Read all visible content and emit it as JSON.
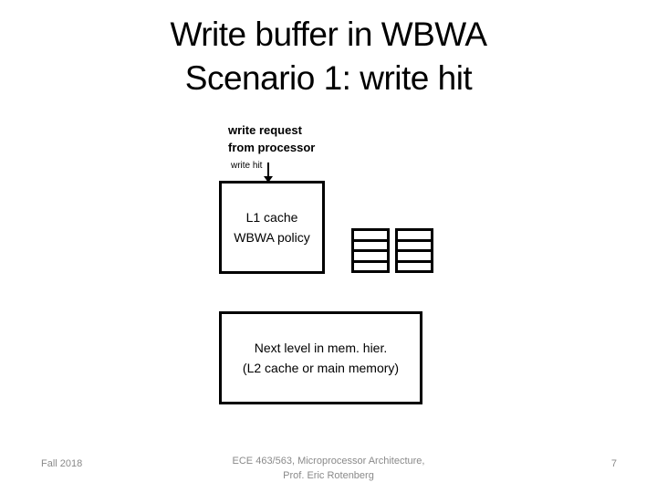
{
  "slide": {
    "title_line1": "Write buffer in WBWA",
    "title_line2": "Scenario 1: write hit",
    "annotations": {
      "request_line1": "write request",
      "request_line2": "from processor",
      "write_hit": "write hit"
    },
    "l1_box": {
      "line1": "L1 cache",
      "line2": "WBWA policy"
    },
    "write_buffer": {
      "buffer_count": 2,
      "entries_per_buffer": 4
    },
    "next_box": {
      "line1": "Next level in mem. hier.",
      "line2": "(L2 cache or main memory)"
    },
    "footer": {
      "left": "Fall 2018",
      "center_line1": "ECE 463/563, Microprocessor Architecture,",
      "center_line2": "Prof. Eric Rotenberg",
      "page_number": "7"
    },
    "colors": {
      "background": "#ffffff",
      "text": "#000000",
      "footer_text": "#8a8a8a",
      "box_border": "#000000"
    }
  }
}
